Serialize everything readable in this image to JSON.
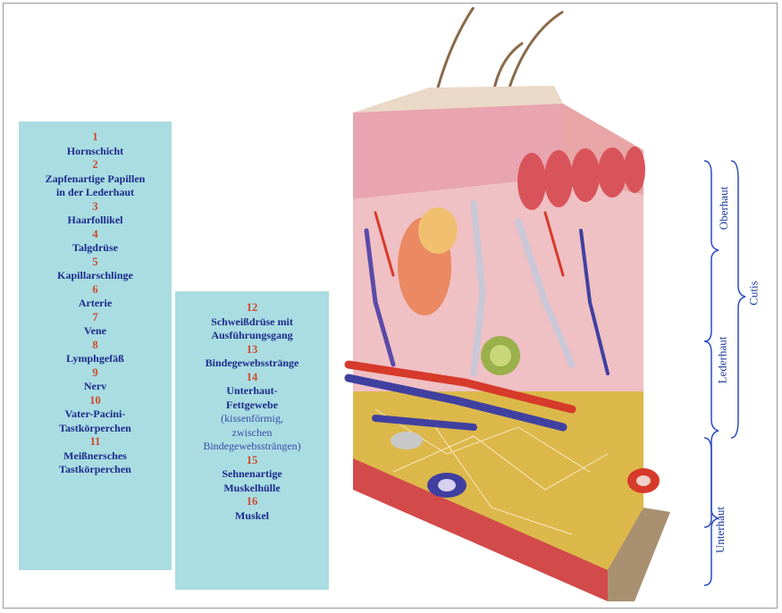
{
  "legend_left": [
    {
      "num": "1",
      "label": "Hornschicht"
    },
    {
      "num": "2",
      "label": "Zapfenartige Papillen\nin der Lederhaut"
    },
    {
      "num": "3",
      "label": "Haarfollikel"
    },
    {
      "num": "4",
      "label": "Talgdrüse"
    },
    {
      "num": "5",
      "label": "Kapillarschlinge"
    },
    {
      "num": "6",
      "label": "Arterie"
    },
    {
      "num": "7",
      "label": "Vene"
    },
    {
      "num": "8",
      "label": "Lymphgefäß"
    },
    {
      "num": "9",
      "label": "Nerv"
    },
    {
      "num": "10",
      "label": "Vater-Pacini-\nTastkörperchen"
    },
    {
      "num": "11",
      "label": "Meißnersches\nTastkörperchen"
    }
  ],
  "legend_right": [
    {
      "num": "12",
      "label": "Schweißdrüse mit\nAusführungsgang"
    },
    {
      "num": "13",
      "label": "Bindegewebsstränge"
    },
    {
      "num": "14",
      "label": "Unterhaut-\nFettgewebe",
      "note": "(kissenförmig,\nzwischen\nBindegewebssträngen)"
    },
    {
      "num": "15",
      "label": "Sehnenartige\nMuskelhülle"
    },
    {
      "num": "16",
      "label": "Muskel"
    }
  ],
  "layers": {
    "oberhaut": "Oberhaut",
    "lederhaut": "Lederhaut",
    "unterhaut": "Unterhaut",
    "cutis": "Cutis"
  },
  "colors": {
    "legend_bg": "#a9dde2",
    "number": "#d04a2a",
    "label": "#1d2a8c",
    "bracket": "#2a4cc0"
  }
}
